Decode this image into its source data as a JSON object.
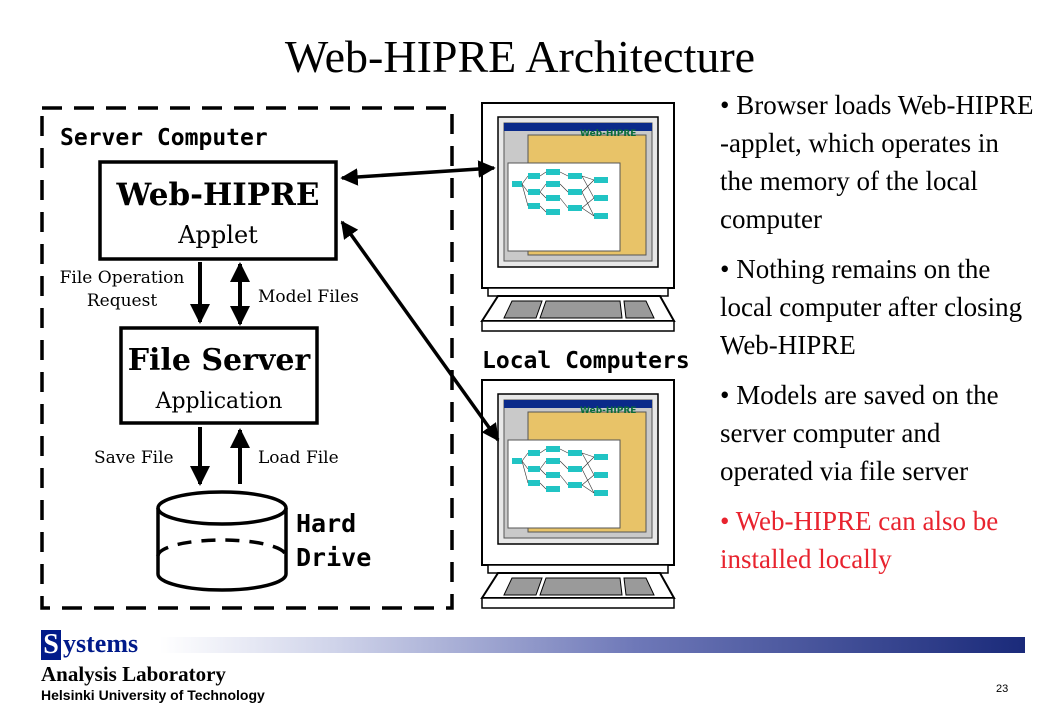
{
  "title": "Web-HIPRE Architecture",
  "diagram": {
    "server_label": "Server Computer",
    "applet": {
      "line1": "Web-HIPRE",
      "line2": "Applet"
    },
    "file_server": {
      "line1": "File Server",
      "line2": "Application"
    },
    "file_op_label_1": "File Operation",
    "file_op_label_2": "Request",
    "model_files_label": "Model Files",
    "save_file_label": "Save File",
    "load_file_label": "Load File",
    "hard_drive": {
      "line1": "Hard",
      "line2": "Drive"
    },
    "local_computers_label": "Local Computers",
    "screen_logo": "Web-HIPRE"
  },
  "bullets": [
    {
      "text": "• Browser loads Web-HIPRE -applet, which operates in the memory of the local computer",
      "color": "#000000"
    },
    {
      "text": "• Nothing remains on the local computer after closing Web-HIPRE",
      "color": "#000000"
    },
    {
      "text": "• Models are saved on the server computer and operated via file server",
      "color": "#000000"
    },
    {
      "text": "• Web-HIPRE can also be installed locally",
      "color": "#e8232e"
    }
  ],
  "footer": {
    "s_letter": "S",
    "systems": "ystems",
    "lab": "Analysis Laboratory",
    "university": "Helsinki University of Technology",
    "page_number": "23"
  },
  "colors": {
    "accent": "#001a8a",
    "highlight": "#e8232e"
  }
}
